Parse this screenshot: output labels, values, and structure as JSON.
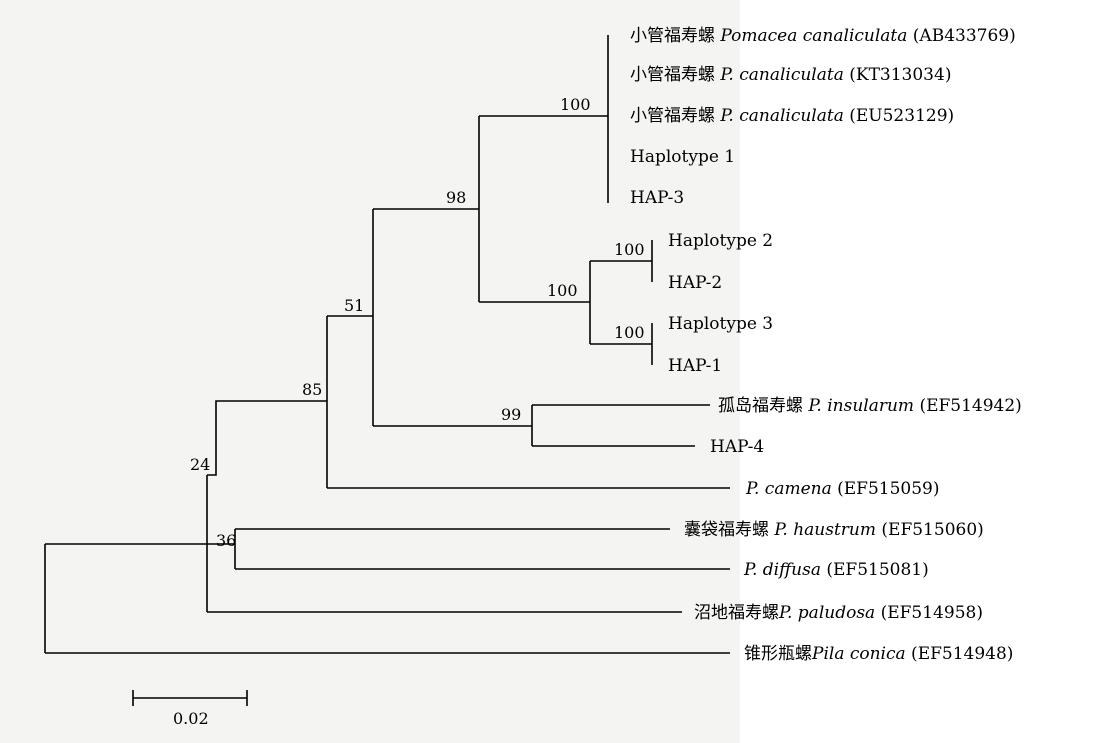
{
  "tree": {
    "tips": [
      {
        "id": "t1",
        "cn": "小管福寿螺 ",
        "sp": "Pomacea canaliculata",
        "acc": " (AB433769)"
      },
      {
        "id": "t2",
        "cn": "小管福寿螺 ",
        "sp": "P. canaliculata",
        "acc": " (KT313034)"
      },
      {
        "id": "t3",
        "cn": "小管福寿螺 ",
        "sp": "P. canaliculata",
        "acc": " (EU523129)"
      },
      {
        "id": "t4",
        "cn": "",
        "sp": "",
        "acc": "Haplotype 1"
      },
      {
        "id": "t5",
        "cn": "",
        "sp": "",
        "acc": "HAP-3"
      },
      {
        "id": "t6",
        "cn": "",
        "sp": "",
        "acc": "Haplotype 2"
      },
      {
        "id": "t7",
        "cn": "",
        "sp": "",
        "acc": "HAP-2"
      },
      {
        "id": "t8",
        "cn": "",
        "sp": "",
        "acc": "Haplotype 3"
      },
      {
        "id": "t9",
        "cn": "",
        "sp": "",
        "acc": "HAP-1"
      },
      {
        "id": "t10",
        "cn": "孤岛福寿螺 ",
        "sp": "P. insularum",
        "acc": " (EF514942)"
      },
      {
        "id": "t11",
        "cn": "",
        "sp": "",
        "acc": "HAP-4"
      },
      {
        "id": "t12",
        "cn": "",
        "sp": "P. camena",
        "acc": " (EF515059)"
      },
      {
        "id": "t13",
        "cn": "囊袋福寿螺 ",
        "sp": "P. haustrum",
        "acc": " (EF515060)"
      },
      {
        "id": "t14",
        "cn": "",
        "sp": "P. diffusa",
        "acc": " (EF515081)"
      },
      {
        "id": "t15",
        "cn": "沼地福寿螺",
        "sp": "P. paludosa",
        "acc": " (EF514958)"
      },
      {
        "id": "t16",
        "cn": "锥形瓶螺",
        "sp": "Pila conica",
        "acc": " (EF514948)"
      }
    ],
    "bootstrap": [
      "100",
      "98",
      "100",
      "100",
      "100",
      "51",
      "99",
      "85",
      "24",
      "36"
    ],
    "scale_bar": {
      "label": "0.02"
    }
  }
}
